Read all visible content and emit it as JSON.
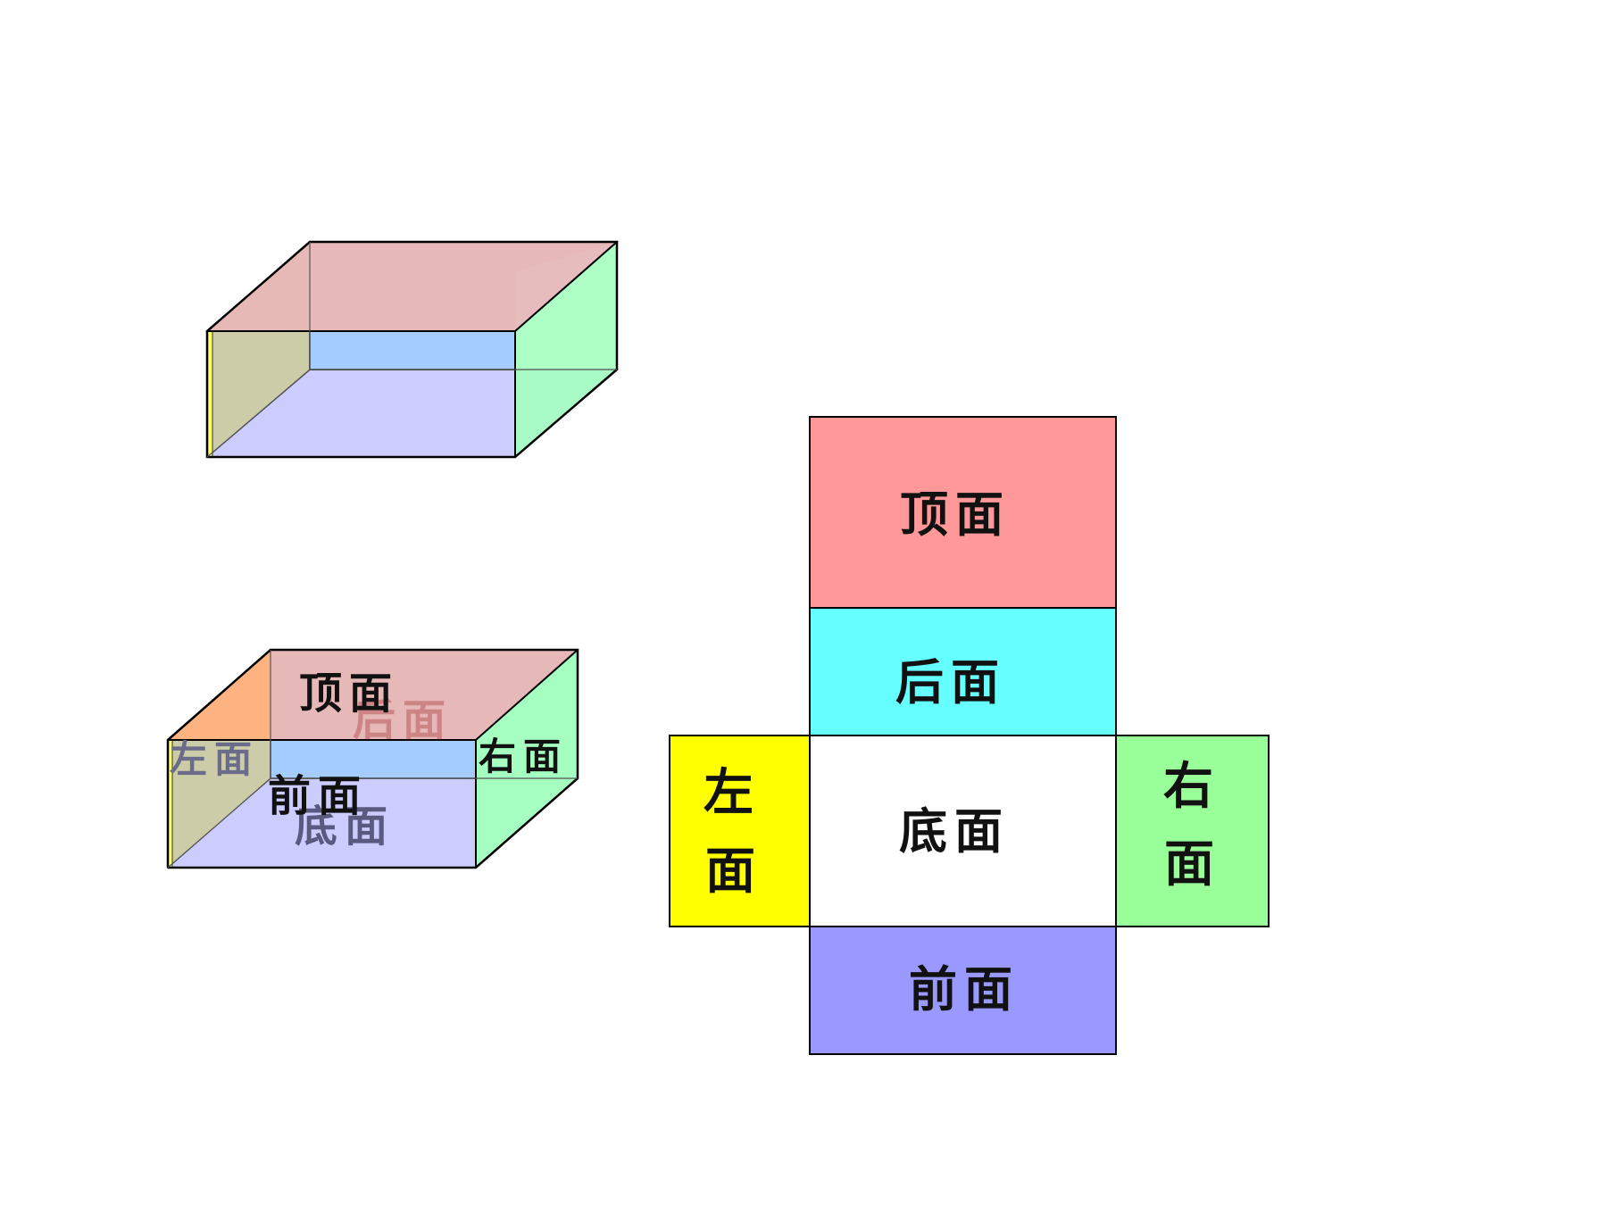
{
  "colors": {
    "top": "#FF9999",
    "back": "#66FFFF",
    "bottom": "#FFFFFF",
    "left": "#FFFF00",
    "right": "#99FF99",
    "front": "#9999FF",
    "box_top": "#E6B8B8",
    "box_back": "#A4CCFF",
    "box_bottom": "#CCCCFF",
    "box_left": "#FFB380",
    "box_left_lower": "#CCCCA8",
    "box_right": "#A4FFC0",
    "box_left_edge": "#FFFF66",
    "outline": "#000000"
  },
  "box_labeled": {
    "top": "顶面",
    "back": "后面",
    "left": "左面",
    "right": "右面",
    "front": "前面",
    "bottom": "底面"
  },
  "net": {
    "top": "顶面",
    "back": "后面",
    "bottom": "底面",
    "left": "左面",
    "right": "右面",
    "front": "前面"
  }
}
